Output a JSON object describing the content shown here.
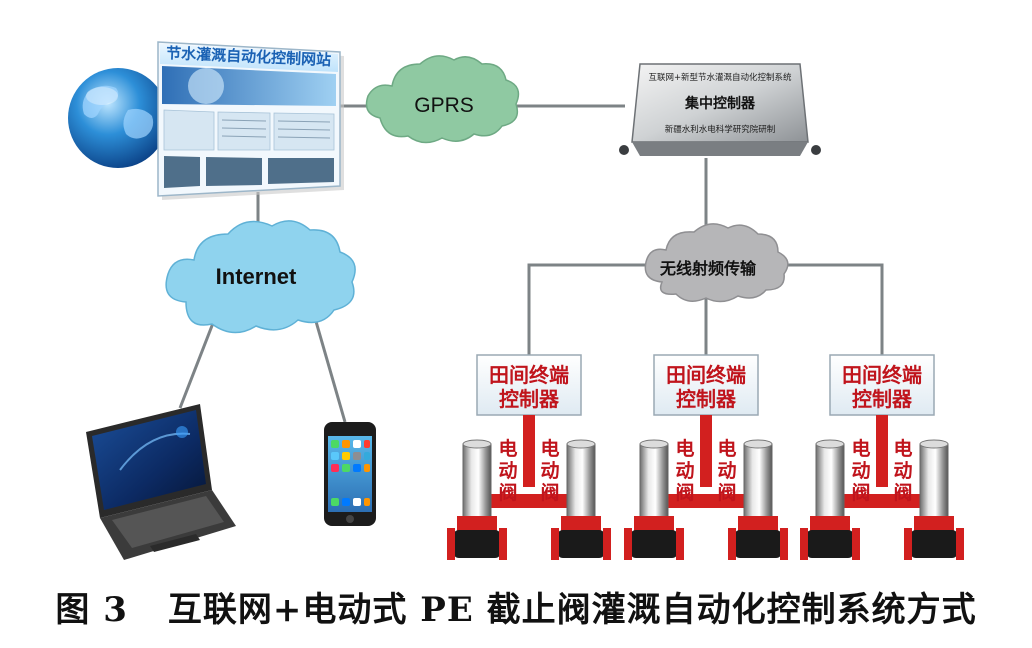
{
  "website": {
    "title": "节水灌溉自动化控制网站"
  },
  "clouds": {
    "gprs": "GPRS",
    "internet": "Internet",
    "radio": "无线射频传输"
  },
  "controller": {
    "top_text": "互联网+新型节水灌溉自动化控制系统",
    "main_text": "集中控制器",
    "bottom_text": "新疆水利水电科学研究院研制"
  },
  "terminals": [
    {
      "sign_line1": "田间终端",
      "sign_line2": "控制器",
      "valve_left": [
        "电",
        "动",
        "阀"
      ],
      "valve_right": [
        "电",
        "动",
        "阀"
      ]
    },
    {
      "sign_line1": "田间终端",
      "sign_line2": "控制器",
      "valve_left": [
        "电",
        "动",
        "阀"
      ],
      "valve_right": [
        "电",
        "动",
        "阀"
      ]
    },
    {
      "sign_line1": "田间终端",
      "sign_line2": "控制器",
      "valve_left": [
        "电",
        "动",
        "阀"
      ],
      "valve_right": [
        "电",
        "动",
        "阀"
      ]
    }
  ],
  "caption": {
    "label": "图 3",
    "text": "互联网+电动式 PE 截止阀灌溉自动化控制系统方式"
  },
  "colors": {
    "cloud_green": "#8fc9a2",
    "cloud_blue": "#8fd3ee",
    "cloud_gray": "#b6b6b8",
    "sign_text": "#c0141c",
    "frame_red": "#d2201f"
  }
}
